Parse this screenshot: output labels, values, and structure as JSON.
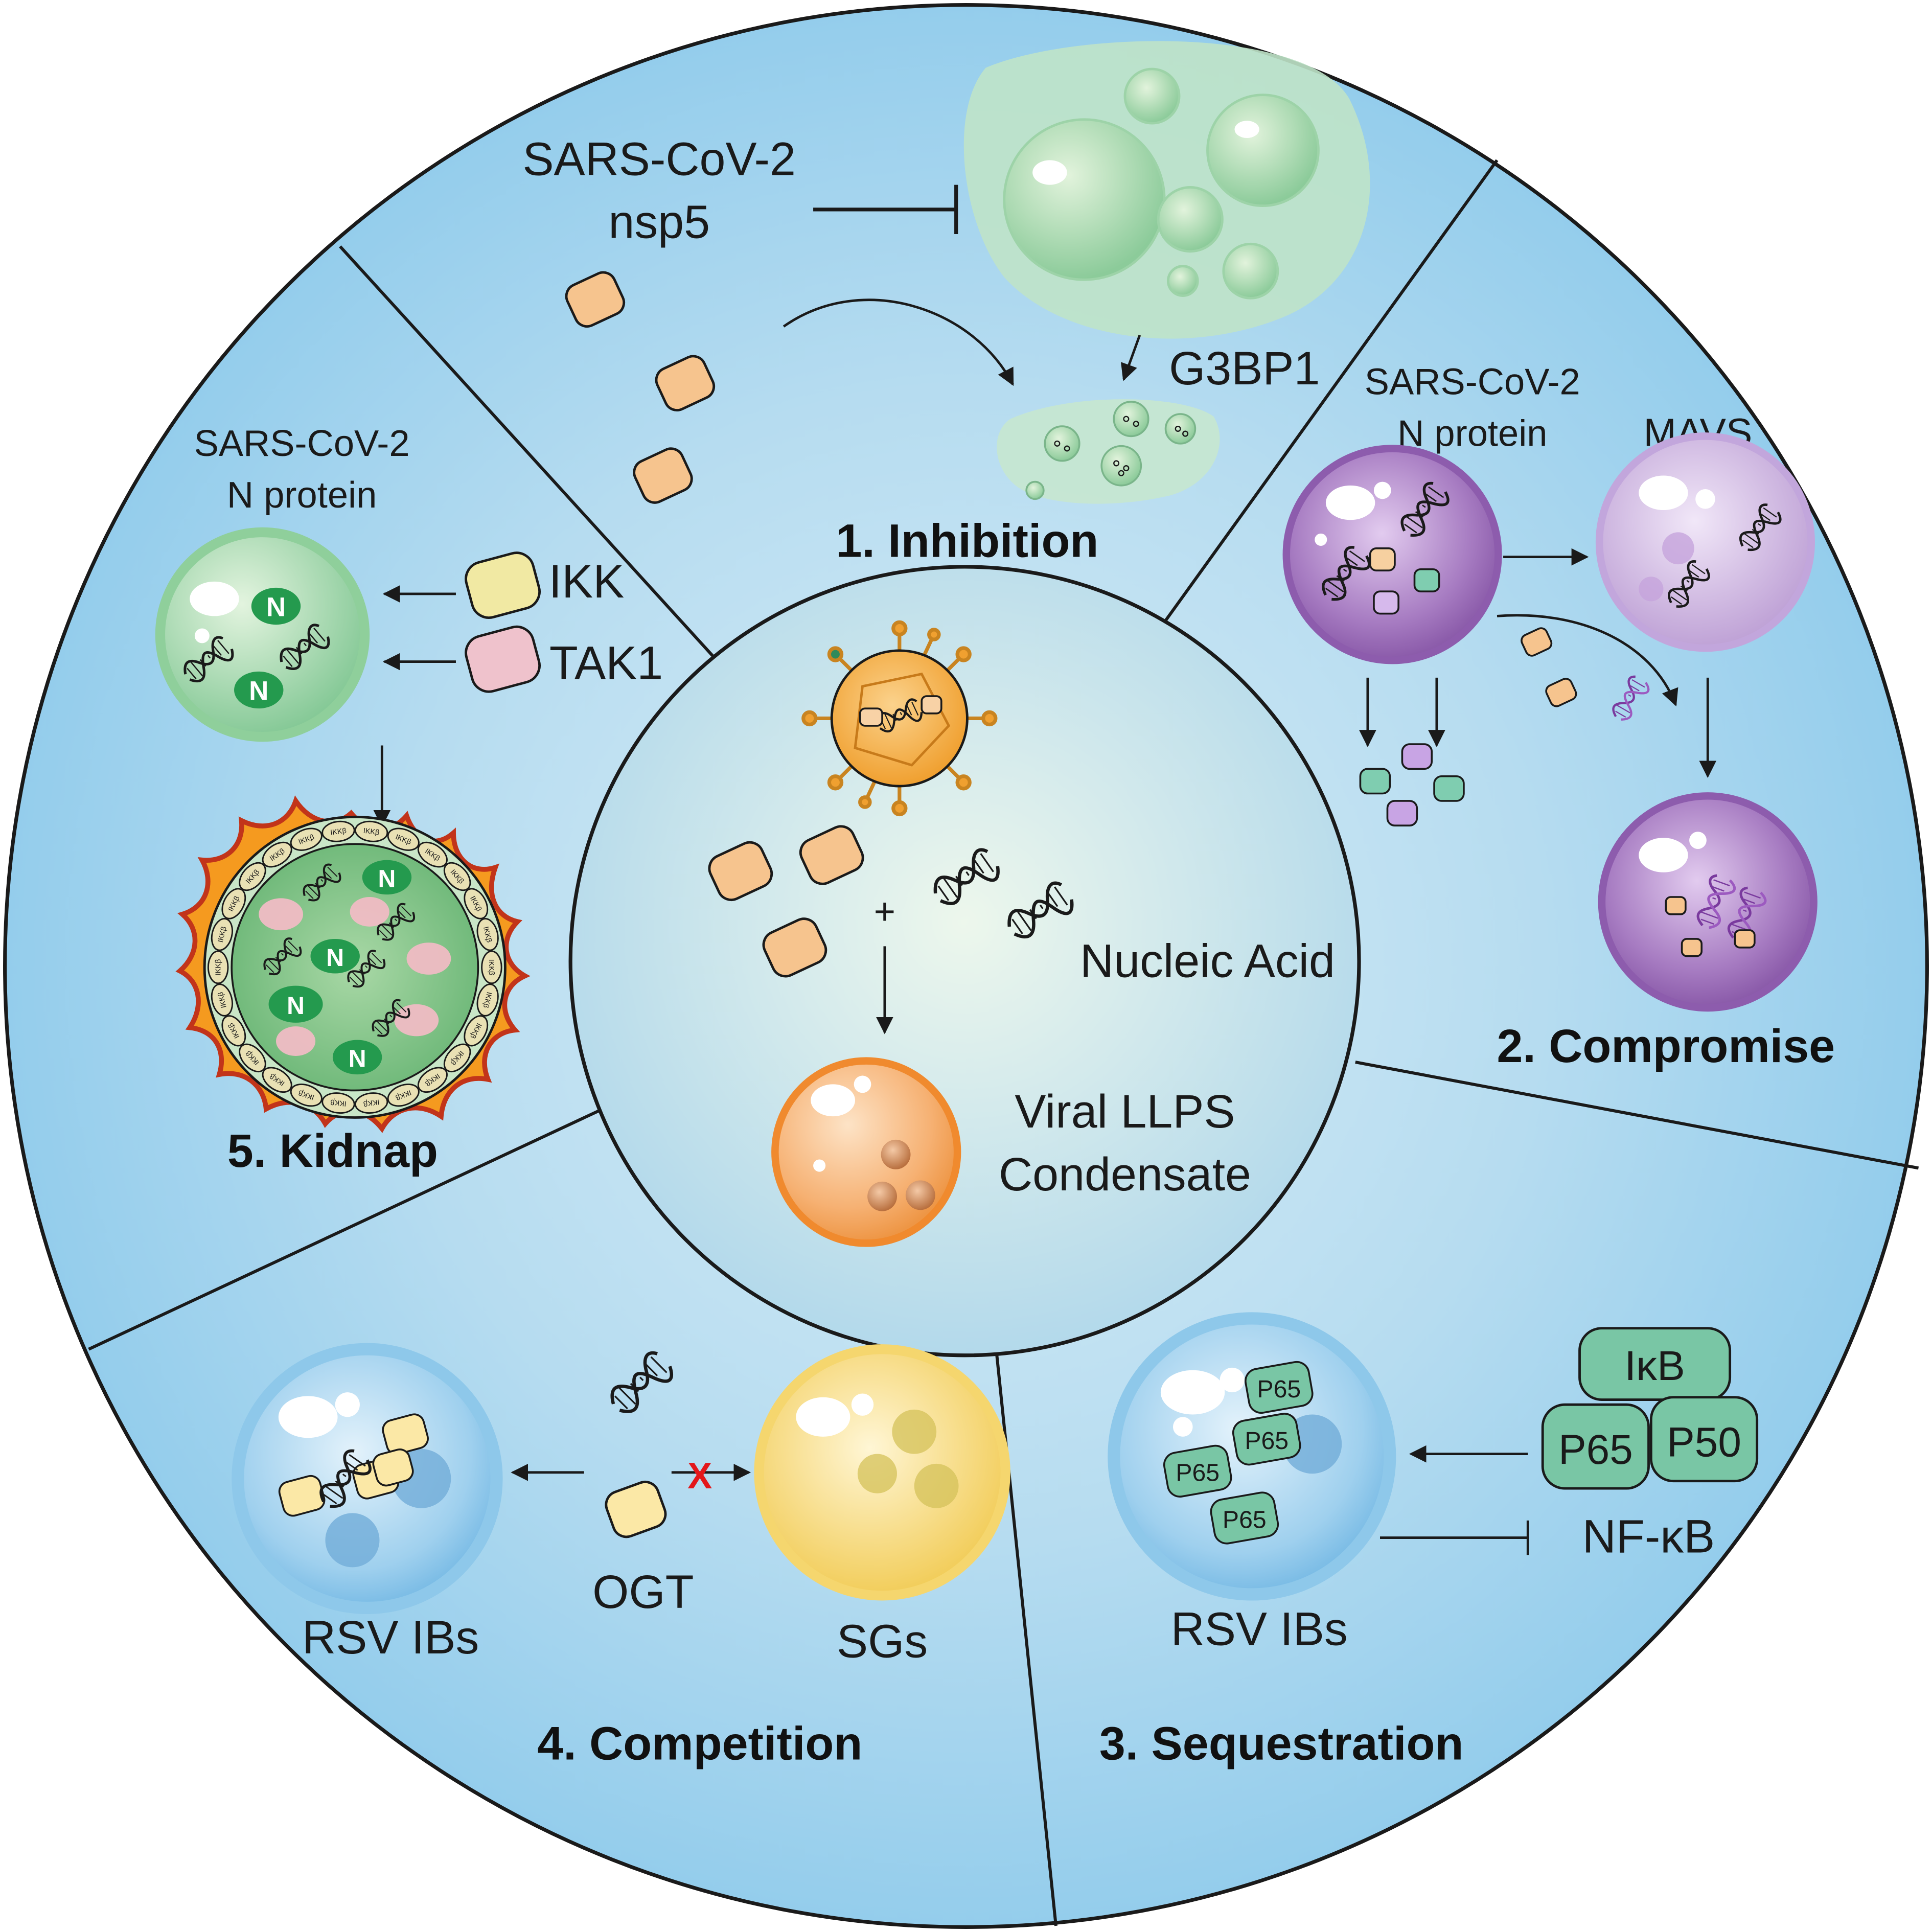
{
  "colors": {
    "sector": "#9fd2ee",
    "sector_light": "#d5ecf6",
    "outline": "#1a1a1a",
    "orange_protein": "#f3b877",
    "green_condensate": "#7fc28f",
    "purple_condensate": "#9a6ab8",
    "blue_condensate": "#7fbde6",
    "yellow_condensate": "#f3d670",
    "teal_protein": "#5fb89a",
    "inhibit_x": "#e3171b"
  },
  "center": {
    "plus": "+",
    "nucleic_acid": "Nucleic Acid",
    "condensate_line1": "Viral  LLPS",
    "condensate_line2": "Condensate"
  },
  "inhibition": {
    "title": "1. Inhibition",
    "virus_line1": "SARS-CoV-2",
    "virus_line2": "nsp5",
    "target": "G3BP1"
  },
  "compromise": {
    "title": "2. Compromise",
    "virus_line1": "SARS-CoV-2",
    "virus_line2": "N protein",
    "target": "MAVS"
  },
  "sequestration": {
    "title": "3. Sequestration",
    "body": "RSV IBs",
    "complex_name": "NF-κB",
    "ikb": "IκB",
    "p65": "P65",
    "p50": "P50"
  },
  "competition": {
    "title": "4. Competition",
    "body": "RSV IBs",
    "enzyme": "OGT",
    "granules": "SGs",
    "blocked": "X"
  },
  "kidnap": {
    "title": "5. Kidnap",
    "virus_line1": "SARS-CoV-2",
    "virus_line2": "N protein",
    "kinase1": "IKK",
    "kinase2": "TAK1",
    "n_letter": "N",
    "ring_label": "IKKβ"
  }
}
